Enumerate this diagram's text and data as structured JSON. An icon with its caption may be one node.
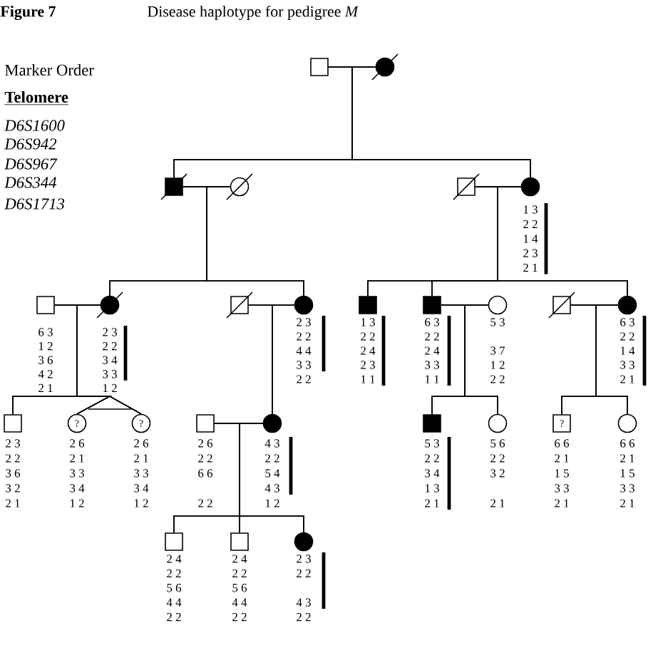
{
  "diagram": {
    "title": "Disease haplotype for pedigree *M*",
    "nodes": [
      {
        "text": [],
        "shape": "box"
      },
      {
        "text": [],
        "shape": "circle"
      },
      {
        "text": [],
        "shape": "box"
      },
      {
        "text": [],
        "shape": "circle"
      },
      {
        "text": [],
        "shape": "box"
      },
      {
        "text": [],
        "shape": "circle",
        "beside": [
          "1 3",
          "2 2",
          "1 4",
          "2 3",
          "2 1"
        ]
      },
      {
        "text": [],
        "shape": "box",
        "beside": [
          "6 3",
          "1 2",
          "3 6",
          "4 2",
          "2 1"
        ]
      },
      {
        "text": [],
        "shape": "circle",
        "beside": [
          "2 3",
          "2 2",
          "3 4",
          "3 3",
          "1 2"
        ]
      },
      {
        "text": [],
        "shape": "box"
      },
      {
        "text": [],
        "shape": "circle",
        "beside": [
          "2 3",
          "2 2",
          "4 4",
          "3 3",
          "2 2"
        ]
      },
      {
        "text": [],
        "shape": "box",
        "beside": [
          "1 3",
          "2 2",
          "2 4",
          "2 3",
          "1 1"
        ]
      },
      {
        "text": [],
        "shape": "box",
        "beside": [
          "6 3",
          "2 2",
          "2 4",
          "3 3",
          "1 1"
        ]
      },
      {
        "text": [],
        "shape": "circle",
        "beside": [
          "5 3",
          "3 7",
          "1 2",
          "2 2"
        ]
      },
      {
        "text": [],
        "shape": "box"
      },
      {
        "text": [],
        "shape": "circle",
        "beside": [
          "6 3",
          "2 2",
          "1 4",
          "3 3",
          "2 1"
        ]
      },
      {
        "text": [],
        "shape": "box",
        "beside": [
          "2 3",
          "2 2",
          "3 6",
          "3 2",
          "2 1"
        ]
      },
      {
        "text": [
          "?"
        ],
        "beside": [
          "2 6",
          "2 1",
          "3 3",
          "3 4",
          "1 2"
        ]
      },
      {
        "text": [
          "?"
        ],
        "beside": [
          "2 6",
          "2 1",
          "3 3",
          "3 4",
          "1 2"
        ]
      },
      {
        "text": [],
        "shape": "box",
        "beside": [
          "2 6",
          "2 2",
          "6 6",
          "2 2"
        ]
      },
      {
        "text": [],
        "shape": "circle",
        "beside": [
          "4 3",
          "2 2",
          "5 4",
          "4 3",
          "1 2"
        ]
      },
      {
        "text": [],
        "shape": "box",
        "beside": [
          "5 3",
          "2 2",
          "3 4",
          "1 3",
          "2 1"
        ]
      },
      {
        "text": [],
        "shape": "circle",
        "beside": [
          "5 6",
          "2 2",
          "3 2",
          "2 1"
        ]
      },
      {
        "text": [
          "?"
        ],
        "beside": [
          "6 6",
          "2 1",
          "1 5",
          "3 3",
          "2 1"
        ]
      },
      {
        "text": [],
        "shape": "circle",
        "beside": [
          "6 6",
          "2 1",
          "1 5",
          "3 3",
          "2 1"
        ]
      },
      {
        "text": [],
        "shape": "box",
        "beside": [
          "2 4",
          "2 2",
          "5 6",
          "4 4",
          "2 2"
        ]
      },
      {
        "text": [],
        "shape": "box",
        "beside": [
          "2 4",
          "2 2",
          "5 6",
          "4 4",
          "2 2"
        ]
      },
      {
        "text": [],
        "shape": "circle",
        "beside": [
          "2 3",
          "2 2",
          "4 3",
          "2 2"
        ]
      }
    ],
    "edges": [
      {
        "from": 0,
        "to": 1,
        "arrow": "none"
      },
      {
        "from": 0,
        "to": 2,
        "arrow": "none"
      },
      {
        "from": 1,
        "to": 2,
        "arrow": "none"
      },
      {
        "from": 0,
        "to": 5,
        "arrow": "none"
      },
      {
        "from": 1,
        "to": 5,
        "arrow": "none"
      },
      {
        "from": 2,
        "to": 3,
        "arrow": "none"
      },
      {
        "from": 2,
        "to": 7,
        "arrow": "none"
      },
      {
        "from": 3,
        "to": 7,
        "arrow": "none"
      },
      {
        "from": 2,
        "to": 9,
        "arrow": "none"
      },
      {
        "from": 3,
        "to": 9,
        "arrow": "none"
      },
      {
        "from": 4,
        "to": 5,
        "arrow": "none"
      },
      {
        "from": 4,
        "to": 10,
        "arrow": "none"
      },
      {
        "from": 5,
        "to": 10,
        "arrow": "none"
      },
      {
        "from": 4,
        "to": 11,
        "arrow": "none"
      },
      {
        "from": 5,
        "to": 11,
        "arrow": "none"
      },
      {
        "from": 4,
        "to": 14,
        "arrow": "none"
      },
      {
        "from": 5,
        "to": 14,
        "arrow": "none"
      },
      {
        "from": 6,
        "to": 7,
        "arrow": "none"
      },
      {
        "from": 6,
        "to": 15,
        "arrow": "none"
      },
      {
        "from": 7,
        "to": 15,
        "arrow": "none"
      },
      {
        "from": 6,
        "to": 16,
        "arrow": "none"
      },
      {
        "from": 7,
        "to": 16,
        "arrow": "none"
      },
      {
        "from": 6,
        "to": 17,
        "arrow": "none"
      },
      {
        "from": 7,
        "to": 17,
        "arrow": "none"
      },
      {
        "from": 8,
        "to": 9,
        "arrow": "none"
      },
      {
        "from": 8,
        "to": 19,
        "arrow": "none"
      },
      {
        "from": 9,
        "to": 19,
        "arrow": "none"
      },
      {
        "from": 11,
        "to": 12,
        "arrow": "none"
      },
      {
        "from": 11,
        "to": 20,
        "arrow": "none"
      },
      {
        "from": 12,
        "to": 20,
        "arrow": "none"
      },
      {
        "from": 11,
        "to": 21,
        "arrow": "none"
      },
      {
        "from": 12,
        "to": 21,
        "arrow": "none"
      },
      {
        "from": 13,
        "to": 14,
        "arrow": "none"
      },
      {
        "from": 13,
        "to": 22,
        "arrow": "none"
      },
      {
        "from": 14,
        "to": 22,
        "arrow": "none"
      },
      {
        "from": 13,
        "to": 23,
        "arrow": "none"
      },
      {
        "from": 14,
        "to": 23,
        "arrow": "none"
      },
      {
        "from": 18,
        "to": 19,
        "arrow": "none"
      },
      {
        "from": 18,
        "to": 24,
        "arrow": "none"
      },
      {
        "from": 19,
        "to": 24,
        "arrow": "none"
      },
      {
        "from": 18,
        "to": 25,
        "arrow": "none"
      },
      {
        "from": 19,
        "to": 25,
        "arrow": "none"
      },
      {
        "from": 18,
        "to": 26,
        "arrow": "none"
      },
      {
        "from": 19,
        "to": 26,
        "arrow": "none"
      }
    ],
    "labels": [
      "Figure 7",
      "Marker Order",
      "Telomere",
      "D6S1600",
      "D6S942",
      "D6S967",
      "D6S344",
      "D6S1713"
    ]
  }
}
